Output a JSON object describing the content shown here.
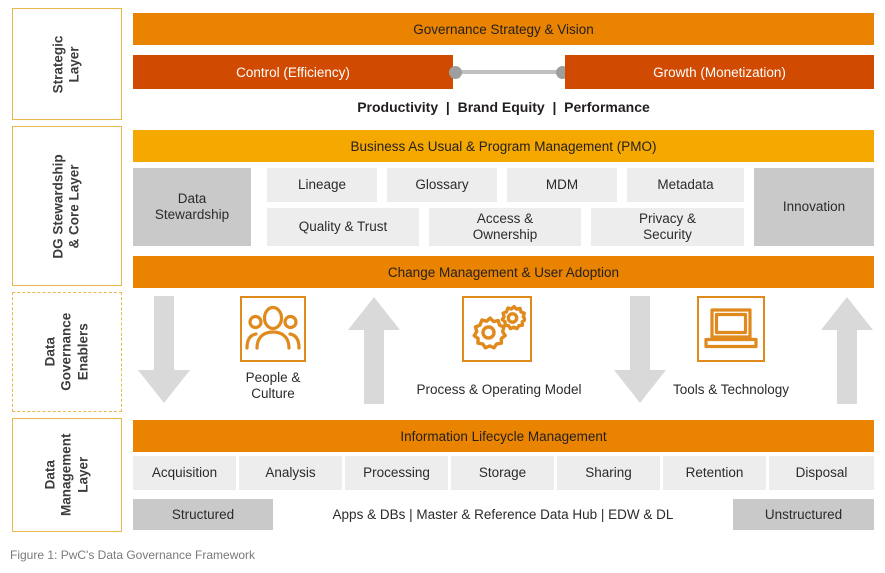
{
  "figure": {
    "caption": "Figure 1: PwC's Data Governance Framework"
  },
  "colors": {
    "orange": "#E98300",
    "amber": "#F5A800",
    "dark_orange": "#D04A02",
    "tile_light": "#EDEDED",
    "tile_dark": "#C9C9C9",
    "icon_orange": "#E08A1E",
    "arrow_gray": "#D9D9D9",
    "label_border": "#E8B84B"
  },
  "layers": [
    {
      "id": "strategic",
      "label": "Strategic\nLayer",
      "border": "solid"
    },
    {
      "id": "stewardship",
      "label": "DG Stewardship\n& Core Layer",
      "border": "solid"
    },
    {
      "id": "enablers",
      "label": "Data\nGovernance\nEnablers",
      "border": "dashed"
    },
    {
      "id": "management",
      "label": "Data\nManagement\nLayer",
      "border": "solid"
    }
  ],
  "strategic": {
    "vision_bar": "Governance Strategy & Vision",
    "control_bar": "Control (Efficiency)",
    "growth_bar": "Growth (Monetization)",
    "strap": "Productivity  |  Brand Equity  |  Performance"
  },
  "stewardship": {
    "pmo_bar": "Business As Usual & Program Management (PMO)",
    "anchor_left": "Data\nStewardship",
    "anchor_right": "Innovation",
    "row_top": [
      "Lineage",
      "Glossary",
      "MDM",
      "Metadata"
    ],
    "row_bottom": [
      "Quality & Trust",
      "Access &\nOwnership",
      "Privacy &\nSecurity"
    ],
    "change_bar": "Change Management & User Adoption"
  },
  "enablers": {
    "items": [
      {
        "icon": "people-culture-icon",
        "caption": "People &\nCulture"
      },
      {
        "icon": "process-operating-model-icon",
        "caption": "Process & Operating Model"
      },
      {
        "icon": "tools-technology-icon",
        "caption": "Tools & Technology"
      }
    ],
    "arrows": [
      {
        "name": "arrow-down-1",
        "direction": "down"
      },
      {
        "name": "arrow-up-1",
        "direction": "up"
      },
      {
        "name": "arrow-down-2",
        "direction": "down"
      },
      {
        "name": "arrow-up-2",
        "direction": "up"
      }
    ]
  },
  "management": {
    "ilm_bar": "Information Lifecycle Management",
    "stages": [
      "Acquisition",
      "Analysis",
      "Processing",
      "Storage",
      "Sharing",
      "Retention",
      "Disposal"
    ],
    "sources_left": "Structured",
    "sources_middle": "Apps & DBs  |  Master & Reference Data Hub  |  EDW & DL",
    "sources_right": "Unstructured"
  }
}
